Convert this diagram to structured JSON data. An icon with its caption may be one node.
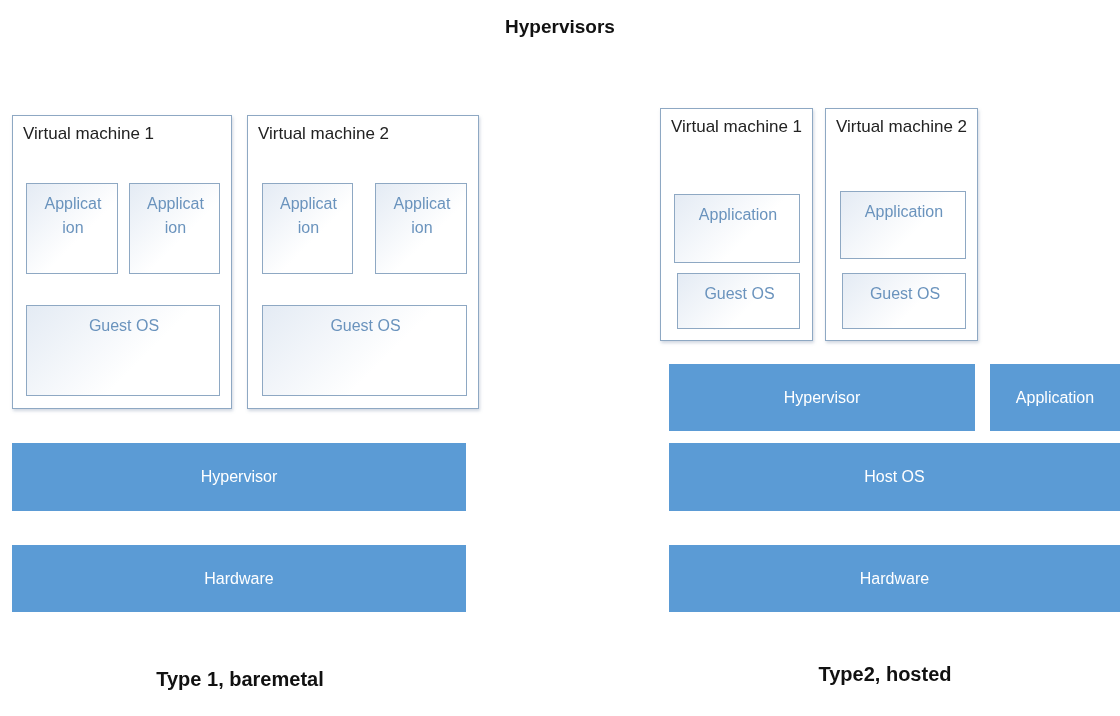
{
  "diagram": {
    "title": "Hypervisors",
    "nodes": [
      {
        "text": [
          "Virtual machine 1"
        ]
      },
      {
        "text": [
          "Applicat ion"
        ],
        "in": 0
      },
      {
        "text": [
          "Applicat ion"
        ],
        "in": 0
      },
      {
        "text": [
          "Guest OS"
        ],
        "in": 0
      },
      {
        "text": [
          "Virtual machine 2"
        ]
      },
      {
        "text": [
          "Applicat ion"
        ],
        "in": 4
      },
      {
        "text": [
          "Applicat ion"
        ],
        "in": 4
      },
      {
        "text": [
          "Guest OS"
        ],
        "in": 4
      },
      {
        "text": [
          "Hypervisor"
        ]
      },
      {
        "text": [
          "Hardware"
        ]
      },
      {
        "text": [
          "Virtual machine 1"
        ]
      },
      {
        "text": [
          "Application"
        ],
        "in": 10
      },
      {
        "text": [
          "Guest OS"
        ],
        "in": 10
      },
      {
        "text": [
          "Virtual machine 2"
        ]
      },
      {
        "text": [
          "Application"
        ],
        "in": 13
      },
      {
        "text": [
          "Guest OS"
        ],
        "in": 13
      },
      {
        "text": [
          "Hypervisor"
        ]
      },
      {
        "text": [
          "Application"
        ]
      },
      {
        "text": [
          "Host OS"
        ]
      },
      {
        "text": [
          "Hardware"
        ]
      }
    ],
    "labels": [
      "Type 1, baremetal",
      "Type2, hosted"
    ]
  }
}
